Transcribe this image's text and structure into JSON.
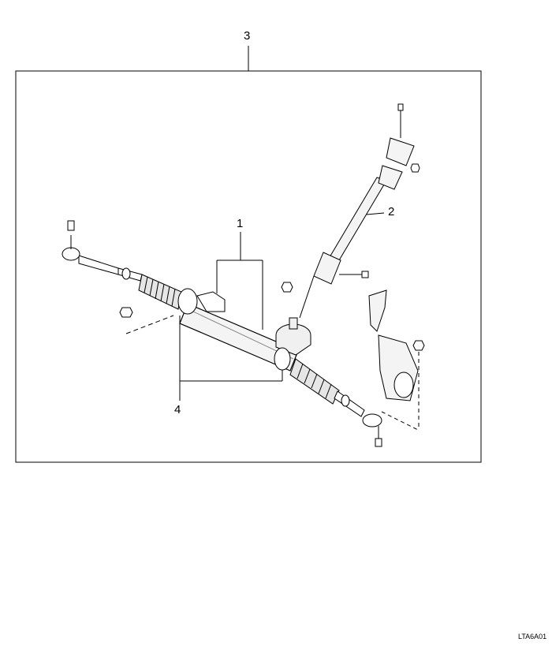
{
  "callouts": {
    "c1": "1",
    "c2": "2",
    "c3": "3",
    "c4": "4"
  },
  "figure_code": "LTA6A01"
}
